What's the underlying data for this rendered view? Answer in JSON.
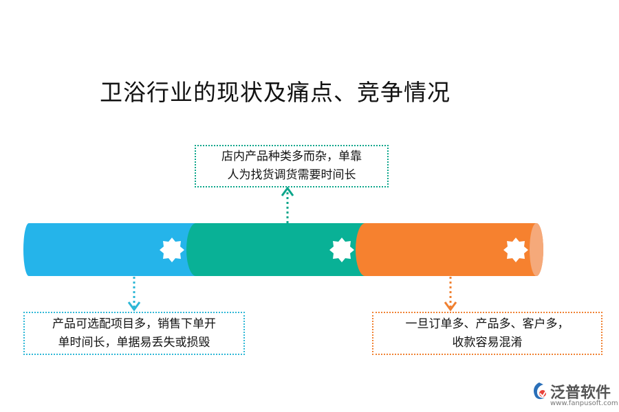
{
  "title": "卫浴行业的现状及痛点、竞争情况",
  "colors": {
    "blue": "#25b4ea",
    "green": "#09b196",
    "orange": "#f6812f"
  },
  "segments": [
    {
      "color_key": "blue",
      "icon": "star-burst-icon"
    },
    {
      "color_key": "green",
      "icon": "star-burst-icon"
    },
    {
      "color_key": "orange",
      "icon": "star-burst-icon"
    }
  ],
  "boxes": {
    "top": {
      "lines": [
        "店内产品种类多而杂，单靠",
        "人为找货调货需要时间长"
      ]
    },
    "left": {
      "lines": [
        "产品可选配项目多，销售下单开",
        "单时间长，单据易丢失或损毁"
      ]
    },
    "right": {
      "lines": [
        "一旦订单多、产品多、客户多，",
        "收款容易混淆"
      ]
    }
  },
  "logo": {
    "name": "泛普软件",
    "url": "www.fanpusoft.com"
  }
}
